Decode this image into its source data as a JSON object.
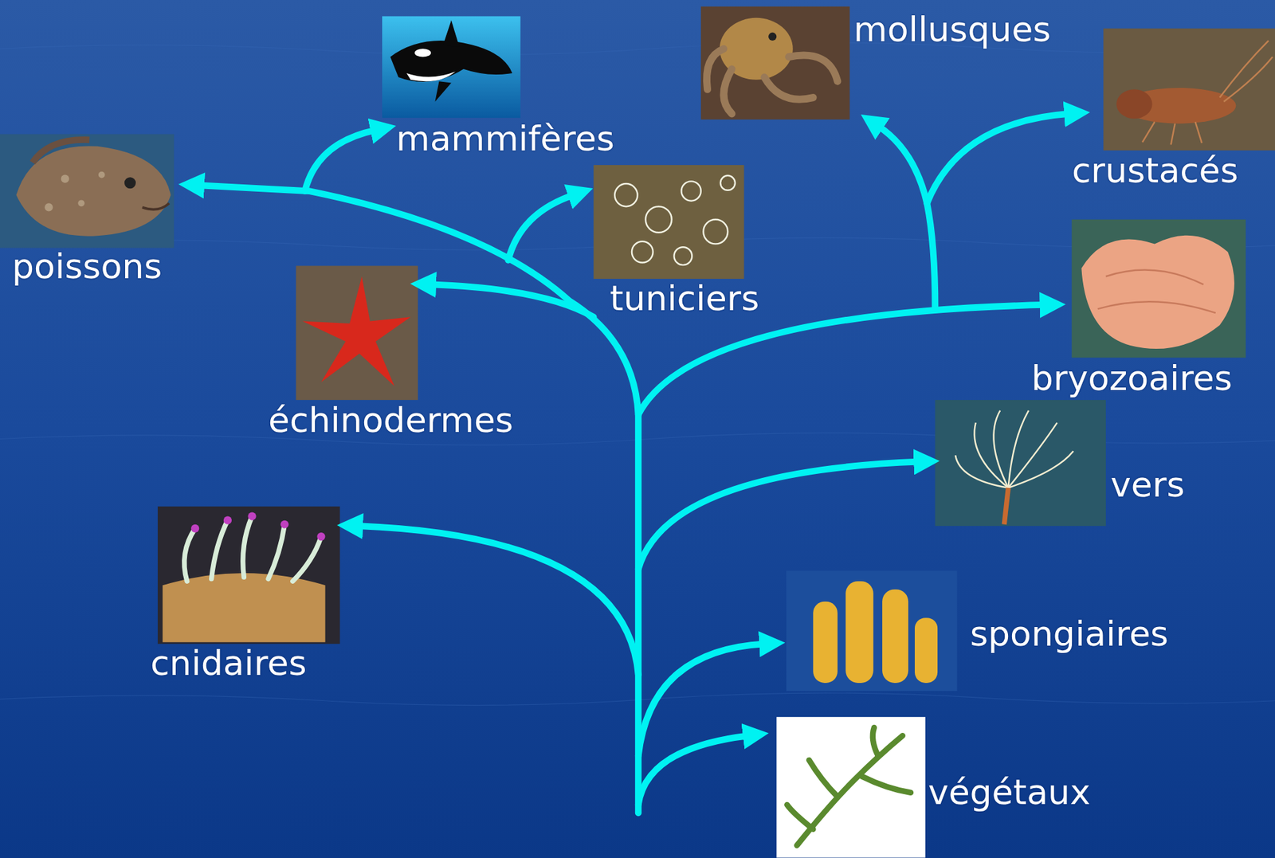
{
  "diagram": {
    "nodes": [
      {
        "text": [
          "mollusques"
        ]
      },
      {
        "text": [
          "mammifères"
        ]
      },
      {
        "text": [
          "crustacés"
        ]
      },
      {
        "text": [
          "poissons"
        ]
      },
      {
        "text": [
          "tuniciers"
        ]
      },
      {
        "text": [
          "bryozoaires"
        ]
      },
      {
        "text": [
          "échinodermes"
        ]
      },
      {
        "text": [
          "vers"
        ]
      },
      {
        "text": [
          "cnidaires"
        ]
      },
      {
        "text": [
          "spongiaires"
        ]
      },
      {
        "text": [
          "végétaux"
        ]
      }
    ]
  }
}
